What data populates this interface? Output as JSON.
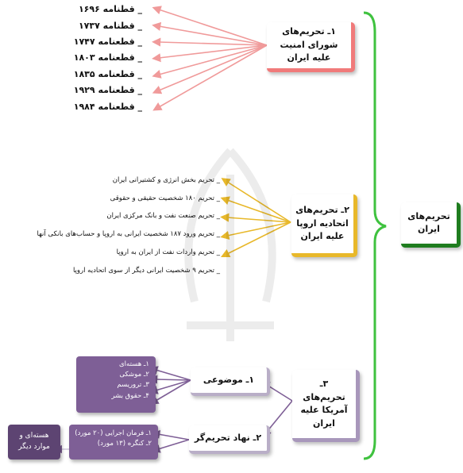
{
  "root": {
    "title": "تحریم‌های ایران"
  },
  "un_section": {
    "title": "۱ـ تحریم‌های شورای امنیت علیه ایران",
    "items": [
      "قطنامه ۱۶۹۶",
      "قطنامه ۱۷۳۷",
      "قطعنامه ۱۷۴۷",
      "قطعنامه ۱۸۰۳",
      "قطعنامه ۱۸۳۵",
      "قطعنامه ۱۹۲۹",
      "قطعنامه ۱۹۸۴"
    ]
  },
  "eu_section": {
    "title": "۲ـ تحریم‌های اتحادیه اروپا علیه ایران",
    "items": [
      "تحریم بخش انرژی و کشتیرانی ایران",
      "تحریم ۱۸۰ شخصیت حقیقی و حقوقی",
      "تحریم صنعت نفت و بانک مرکزی ایران",
      "تحریم ورود ۱۸۷ شخصیت ایرانی به اروپا و حساب‌های بانکی آنها",
      "تحریم واردات نفت از ایران به اروپا",
      "تحریم ۹ شخصیت ایرانی دیگر از سوی اتحادیه اروپا"
    ]
  },
  "us_section": {
    "title": "۳ـ تحریم‌های آمریکا علیه ایران",
    "topic": {
      "title": "۱ـ موضوعی",
      "items": [
        "۱ـ هسته‌ای",
        "۲ـ موشکی",
        "۳ـ تروریسم",
        "۴ـ حقوق بشر"
      ]
    },
    "authority": {
      "title": "۲ـ نهاد تحریم‌گر",
      "items": [
        "۱ـ فرمان اجرایی (۲۰ مورد)",
        "۲ـ کنگره (۱۳ مورد)"
      ],
      "extra": "هسته‌ای و موارد دیگر"
    }
  },
  "colors": {
    "red": "#f07a7a",
    "red_arrow": "#f09a9a",
    "gold": "#e8b82a",
    "purple": "#7e5f96",
    "purple_dark": "#5d4472",
    "green": "#3fc23f",
    "green_dark": "#1f7d1f"
  }
}
